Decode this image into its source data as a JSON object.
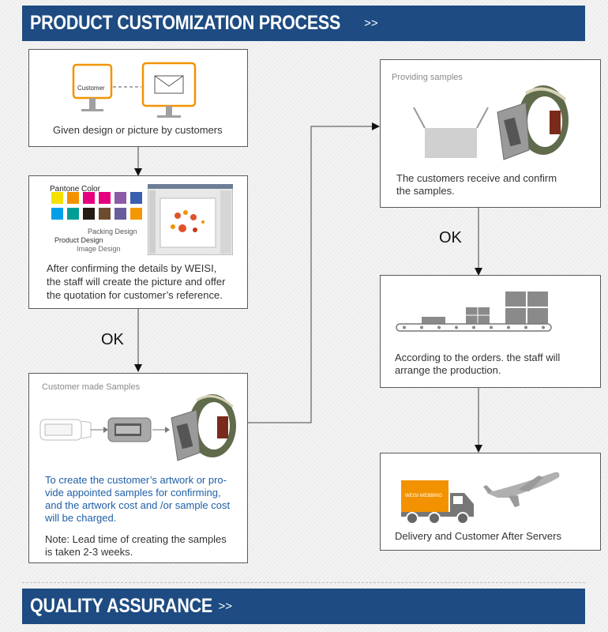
{
  "header": {
    "title": "PRODUCT CUSTOMIZATION PROCESS",
    "arrows": ">>"
  },
  "footer": {
    "title": "QUALITY ASSURANCE",
    "arrows": ">>"
  },
  "steps": {
    "given_design": {
      "customer_label": "Customer",
      "caption": "Given design or picture by customers"
    },
    "design": {
      "pantone_label": "Pantone Color",
      "packing_design": "Packing Design",
      "product_design": "Product Design",
      "image_design": "Image Design",
      "caption_line1": "After confirming the details by WEISI,",
      "caption_line2": "the staff will create the picture and offer",
      "caption_line3": "the quotation for customer’s reference.",
      "swatches": [
        "#f5e100",
        "#f39200",
        "#e5007e",
        "#e5007e",
        "#8b5ca5",
        "#3a5fb0",
        "#00a0e9",
        "#009e96",
        "#241c14",
        "#6d4c2e",
        "#6a5d9b",
        "#f39800"
      ]
    },
    "samples": {
      "title": "Customer made Samples",
      "blue_line1": "To create the customer’s artwork or pro-",
      "blue_line2": "vide appointed samples for confirming,",
      "blue_line3": "and the artwork cost and /or sample cost",
      "blue_line4": "will be charged.",
      "note_line1": "Note: Lead time of creating the samples",
      "note_line2": "is taken 2-3 weeks."
    },
    "providing": {
      "title": "Providing samples",
      "caption_line1": "The customers receive and confirm",
      "caption_line2": "the samples."
    },
    "production": {
      "caption_line1": "According to the orders. the staff will",
      "caption_line2": "arrange the production."
    },
    "delivery": {
      "truck_text": "WEISI WEBBING",
      "caption": "Delivery and Customer After Servers"
    }
  },
  "flow_labels": {
    "ok_left": "OK",
    "ok_right": "OK"
  },
  "colors": {
    "banner": "#1d4b82",
    "accent_orange": "#f39200",
    "blue_text": "#1f5fa8",
    "belt_olive": "#5f6b4b"
  }
}
